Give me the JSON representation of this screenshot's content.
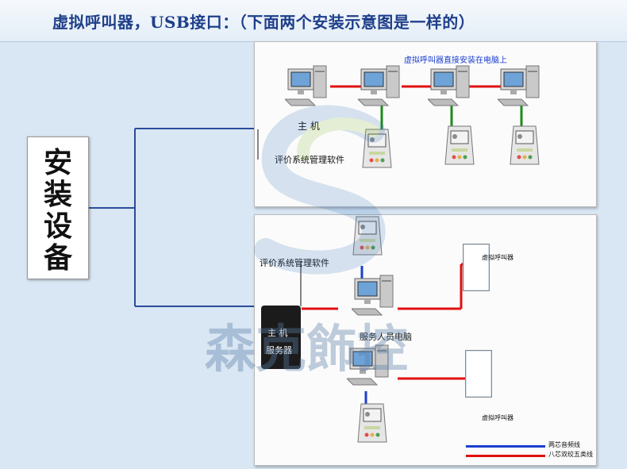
{
  "title": "虚拟呼叫器，USB接口：（下面两个安装示意图是一样的）",
  "install_box": {
    "chars": [
      "安",
      "装",
      "设",
      "备"
    ]
  },
  "top_panel": {
    "caption": "虚拟呼叫器直接安装在电脑上",
    "host_label": "主  机",
    "software_label": "评价系统管理软件"
  },
  "bottom_panel": {
    "software_label": "评价系统管理软件",
    "server_line1": "主  机",
    "server_line2": "服务器",
    "staff_pc_label": "服务人员电脑",
    "virtual_pager_top": "虚拟呼叫器",
    "virtual_pager_bottom": "虚拟呼叫器"
  },
  "legend": [
    {
      "label": "两芯音频线",
      "color": "#1a3fd0"
    },
    {
      "label": "八芯双绞五类线",
      "color": "#e01010"
    }
  ],
  "watermark": {
    "text": "森克飾控"
  },
  "colors": {
    "title": "#1e3f8a",
    "connector": "#2a4d9b",
    "red_line": "#e01010",
    "green_line": "#1c8a1c"
  }
}
